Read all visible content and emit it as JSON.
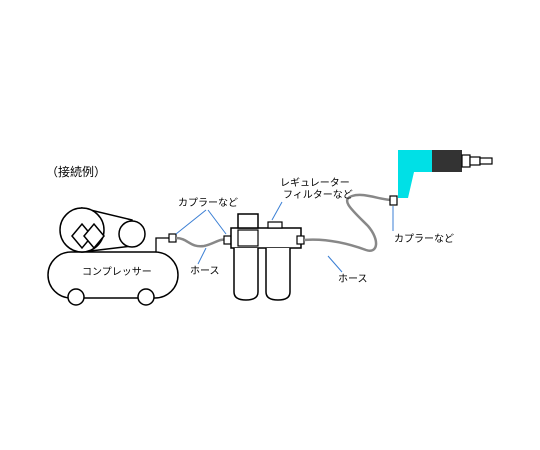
{
  "title": "（接続例）",
  "labels": {
    "compressor": "コンプレッサー",
    "coupler_1": "カプラーなど",
    "hose_1": "ホース",
    "regulator_line1": "レギュレーター",
    "regulator_line2": "フィルターなど",
    "hose_2": "ホース",
    "coupler_2": "カプラーなど"
  },
  "colors": {
    "tool_body": "#00e0e6",
    "tool_head": "#333333",
    "hose": "#888888",
    "leader_line": "#3b7fd4",
    "outline": "#000000"
  }
}
